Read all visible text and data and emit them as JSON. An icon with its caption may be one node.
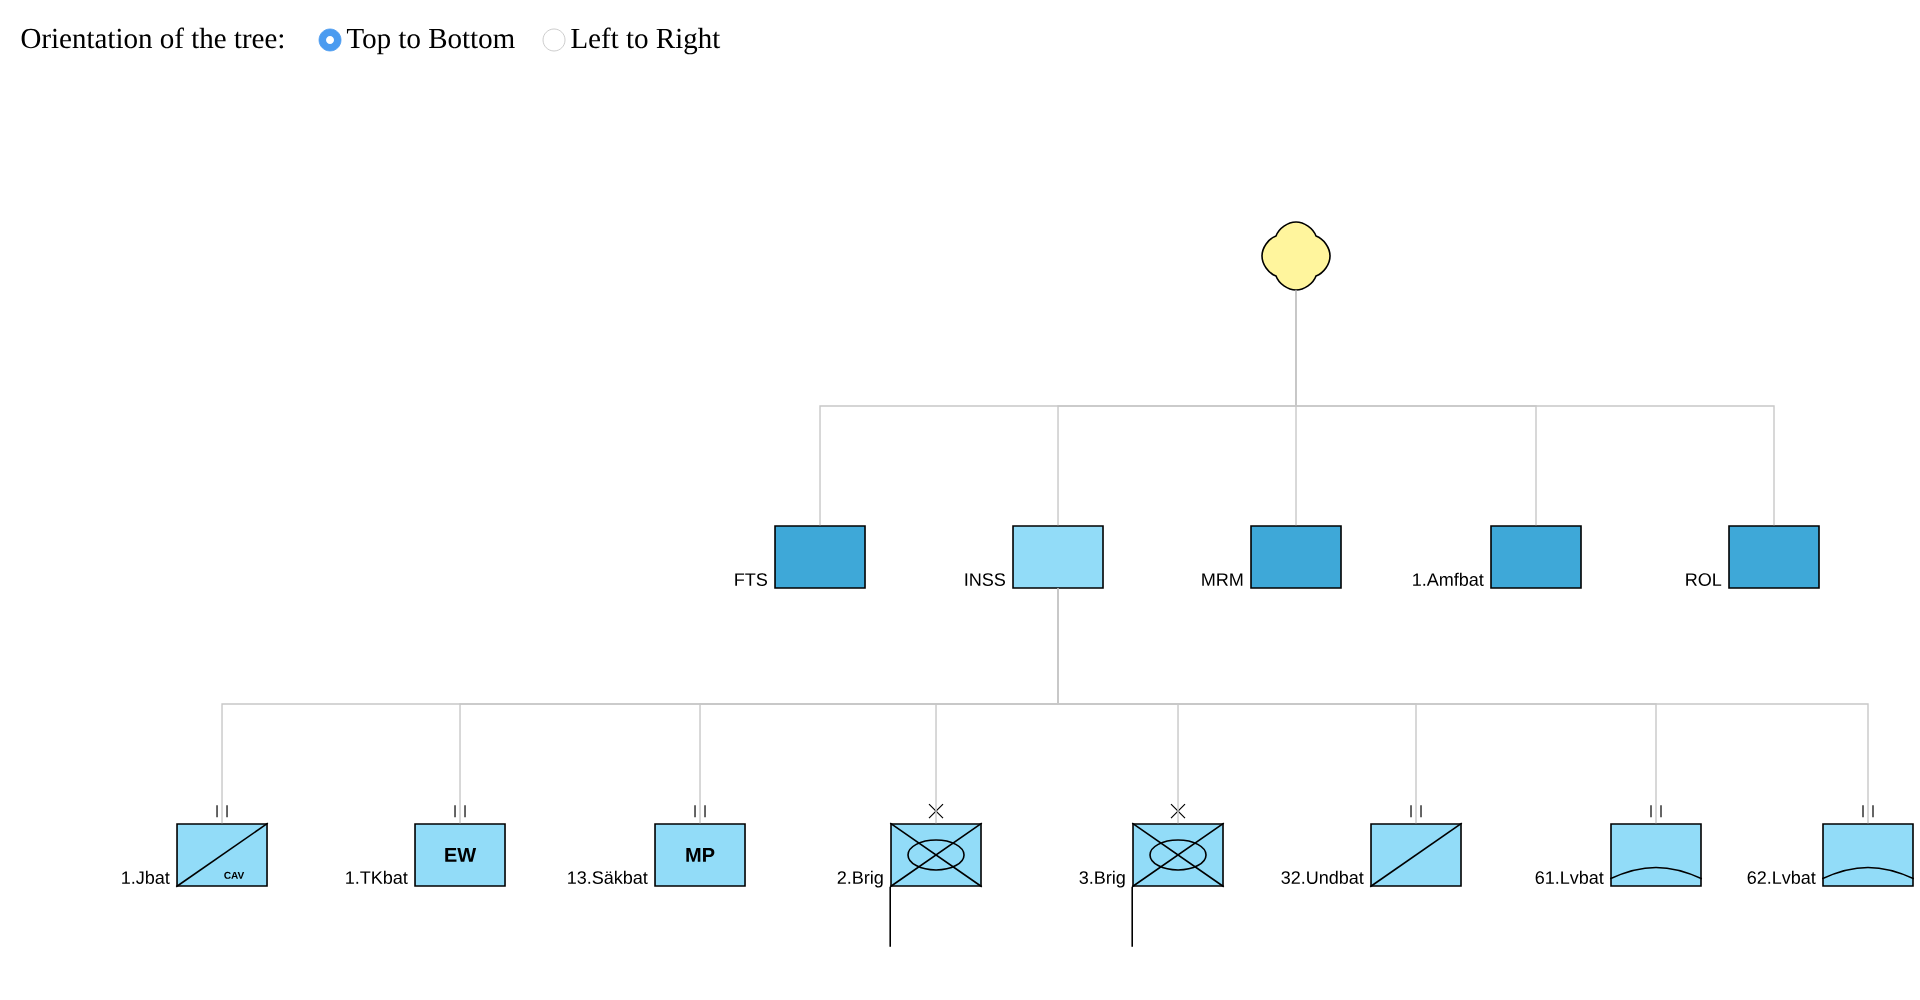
{
  "diagram": {
    "nodes": [
      {
        "text": [],
        "shape": "cloud"
      },
      {
        "text": [
          "FTS"
        ]
      },
      {
        "text": [
          "INSS"
        ]
      },
      {
        "text": [
          "MRM"
        ]
      },
      {
        "text": [
          "1.Amfbat"
        ]
      },
      {
        "text": [
          "ROL"
        ]
      },
      {
        "text": [
          "1.Jbat",
          "CAV"
        ]
      },
      {
        "text": [
          "1.TKbat",
          "EW"
        ]
      },
      {
        "text": [
          "13.Säkbat",
          "MP"
        ]
      },
      {
        "text": [
          "2.Brig"
        ]
      },
      {
        "text": [
          "3.Brig"
        ]
      },
      {
        "text": [
          "32.Undbat"
        ]
      },
      {
        "text": [
          "61.Lvbat"
        ]
      },
      {
        "text": [
          "62.Lvbat"
        ]
      }
    ],
    "edges": [
      {
        "from": 0,
        "to": 1,
        "arrow": "none"
      },
      {
        "from": 0,
        "to": 2,
        "arrow": "none"
      },
      {
        "from": 0,
        "to": 3,
        "arrow": "none"
      },
      {
        "from": 0,
        "to": 4,
        "arrow": "none"
      },
      {
        "from": 0,
        "to": 5,
        "arrow": "none"
      },
      {
        "from": 2,
        "to": 6,
        "arrow": "none"
      },
      {
        "from": 2,
        "to": 7,
        "arrow": "none"
      },
      {
        "from": 2,
        "to": 8,
        "arrow": "none"
      },
      {
        "from": 2,
        "to": 9,
        "arrow": "none"
      },
      {
        "from": 2,
        "to": 10,
        "arrow": "none"
      },
      {
        "from": 2,
        "to": 11,
        "arrow": "none"
      },
      {
        "from": 2,
        "to": 12,
        "arrow": "none"
      },
      {
        "from": 2,
        "to": 13,
        "arrow": "none"
      }
    ],
    "labels": [
      "Orientation of the tree:",
      "Top to Bottom",
      "Left to Right"
    ]
  }
}
